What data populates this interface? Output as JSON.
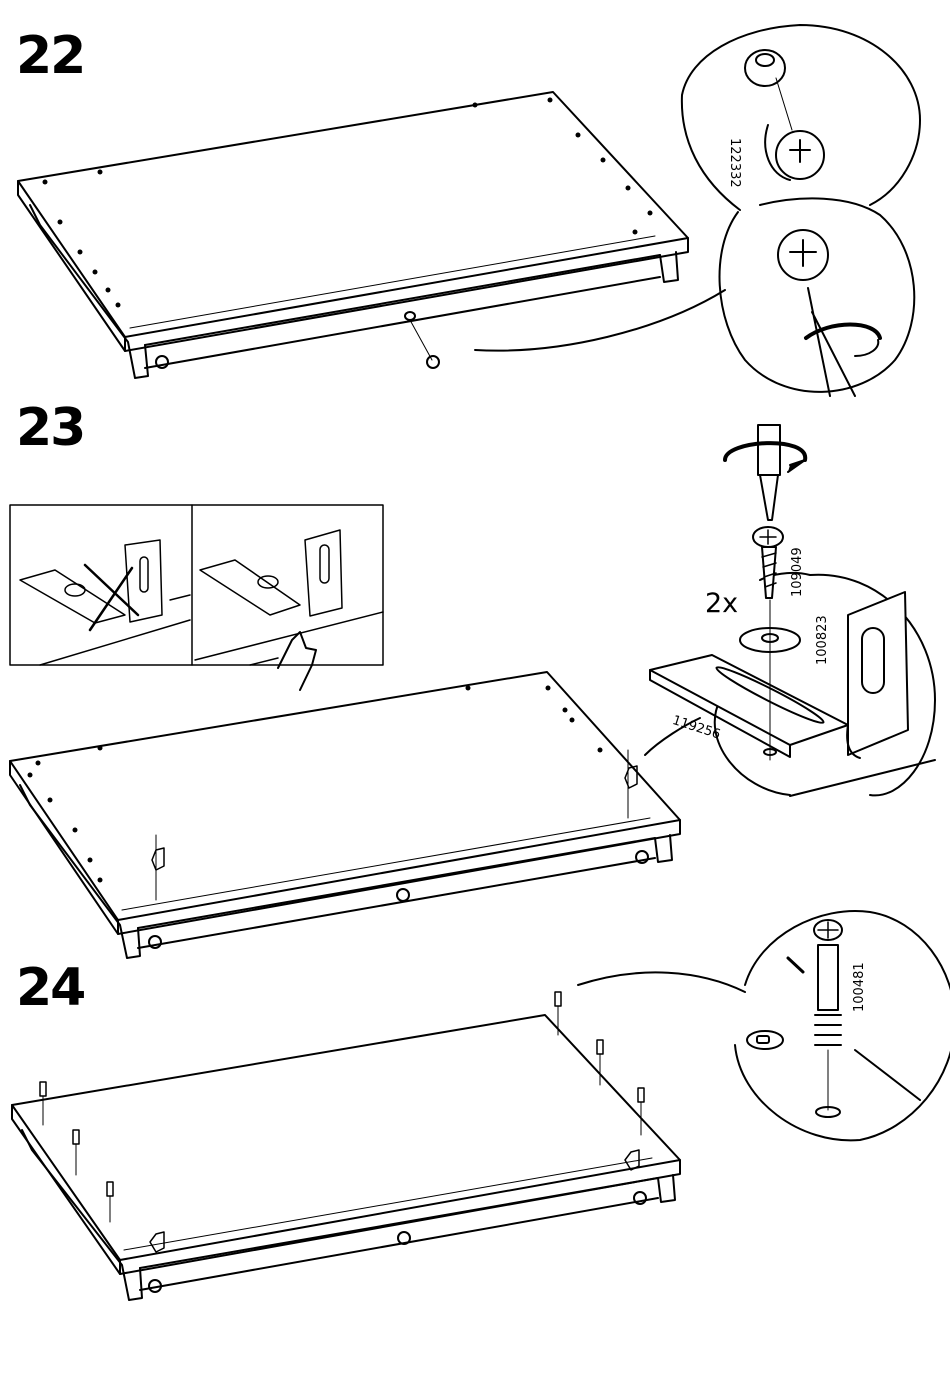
{
  "steps": [
    {
      "number": "22",
      "part_numbers": [
        "122332"
      ]
    },
    {
      "number": "23",
      "quantity": "2x",
      "part_numbers": [
        "109049",
        "100823",
        "119256"
      ]
    },
    {
      "number": "24",
      "part_numbers": [
        "100481"
      ]
    }
  ],
  "icons": {
    "step22": [
      "panel",
      "cam-lock-detail",
      "screwdriver-icon",
      "rotate-arrow-icon"
    ],
    "step23": [
      "wrong-mounting-cross-icon",
      "correct-mounting-icon",
      "pointing-hand-icon",
      "bracket",
      "washer",
      "screw",
      "screwdriver-icon"
    ],
    "step24": [
      "panel",
      "dowel-pins",
      "cam-pin-detail"
    ]
  }
}
